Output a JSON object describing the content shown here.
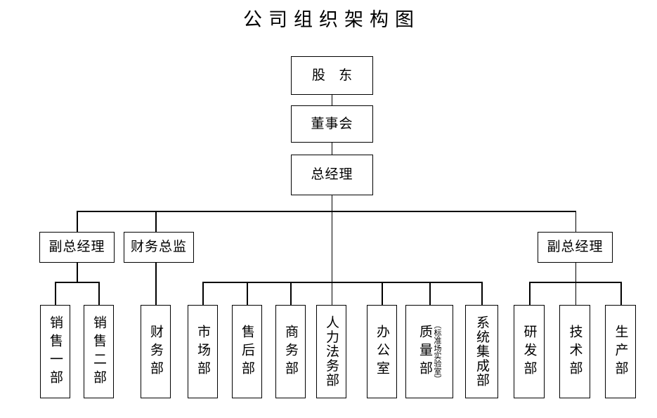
{
  "title": "公司组织架构图",
  "nodes": {
    "shareholders": "股 东",
    "board": "董事会",
    "general_manager": "总经理",
    "deputy_gm_left": "副总经理",
    "cfo": "财务总监",
    "deputy_gm_right": "副总经理",
    "sales_1": "销售一部",
    "sales_2": "销售二部",
    "finance": "财务部",
    "marketing": "市场部",
    "after_sales": "售后部",
    "business": "商务部",
    "hr_legal": "人力法务部",
    "office": "办公室",
    "quality": "质量部",
    "quality_sub": "（标准场实验室）",
    "system_integration": "系统集成部",
    "rd": "研发部",
    "technology": "技术部",
    "production": "生产部"
  },
  "colors": {
    "line": "#000000",
    "box_border": "#000000",
    "background": "#ffffff",
    "text": "#000000"
  }
}
